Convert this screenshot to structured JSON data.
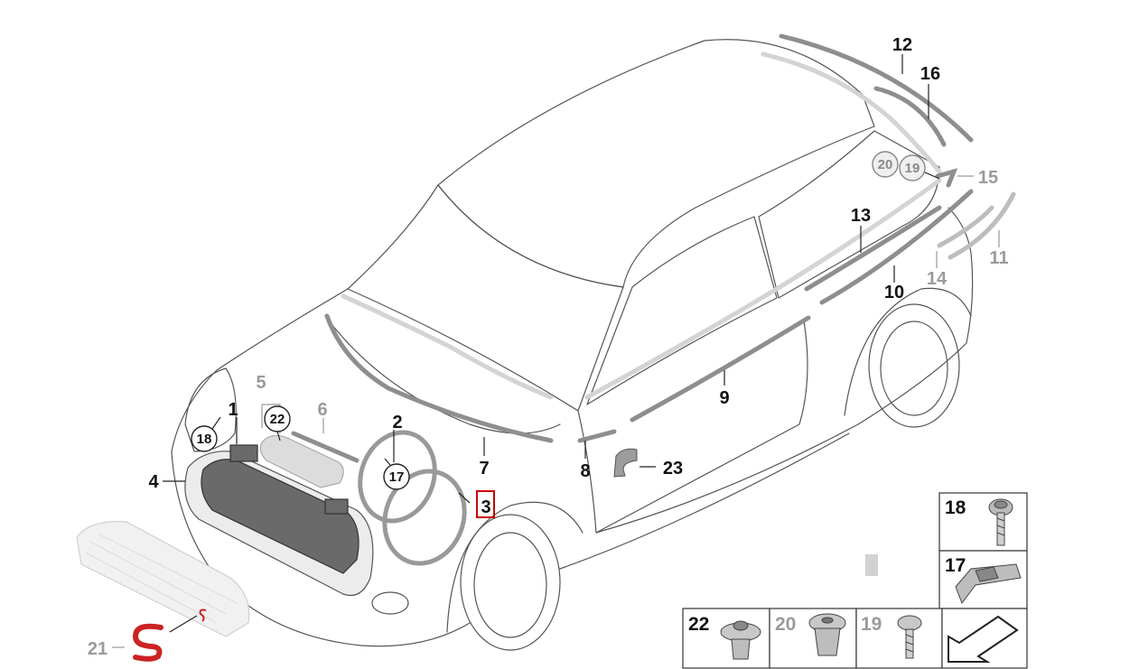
{
  "diagram": {
    "callouts": [
      {
        "id": "c1",
        "label": "1",
        "dim": false
      },
      {
        "id": "c2",
        "label": "2",
        "dim": false
      },
      {
        "id": "c3",
        "label": "3",
        "dim": false,
        "highlighted": true
      },
      {
        "id": "c4",
        "label": "4",
        "dim": false
      },
      {
        "id": "c5",
        "label": "5",
        "dim": true
      },
      {
        "id": "c6",
        "label": "6",
        "dim": true
      },
      {
        "id": "c7",
        "label": "7",
        "dim": false
      },
      {
        "id": "c8",
        "label": "8",
        "dim": false
      },
      {
        "id": "c9",
        "label": "9",
        "dim": false
      },
      {
        "id": "c10",
        "label": "10",
        "dim": false
      },
      {
        "id": "c11",
        "label": "11",
        "dim": true
      },
      {
        "id": "c12",
        "label": "12",
        "dim": false
      },
      {
        "id": "c13",
        "label": "13",
        "dim": false
      },
      {
        "id": "c14",
        "label": "14",
        "dim": true
      },
      {
        "id": "c15",
        "label": "15",
        "dim": true
      },
      {
        "id": "c16",
        "label": "16",
        "dim": false
      },
      {
        "id": "c21",
        "label": "21",
        "dim": true
      },
      {
        "id": "c23",
        "label": "23",
        "dim": false
      }
    ],
    "circled": [
      {
        "id": "k18",
        "label": "18",
        "dim": false
      },
      {
        "id": "k22",
        "label": "22",
        "dim": false
      },
      {
        "id": "k17",
        "label": "17",
        "dim": false
      },
      {
        "id": "k20",
        "label": "20",
        "dim": true
      },
      {
        "id": "k19",
        "label": "19",
        "dim": true
      }
    ]
  },
  "parts_table": {
    "cells": [
      {
        "id": "t18",
        "label": "18",
        "dim": false,
        "icon": "torx-screw-icon"
      },
      {
        "id": "t17",
        "label": "17",
        "dim": false,
        "icon": "clip-nut-icon"
      },
      {
        "id": "t22",
        "label": "22",
        "dim": false,
        "icon": "expanding-rivet-icon"
      },
      {
        "id": "t20",
        "label": "20",
        "dim": true,
        "icon": "plastic-nut-icon"
      },
      {
        "id": "t19",
        "label": "19",
        "dim": true,
        "icon": "screw-icon"
      },
      {
        "id": "tnav",
        "label": "",
        "dim": false,
        "icon": "arrow-nav-icon"
      }
    ]
  },
  "colors": {
    "highlight": "#cc0000",
    "badge": "#cc2222",
    "dim_text": "#9a9a9a"
  }
}
